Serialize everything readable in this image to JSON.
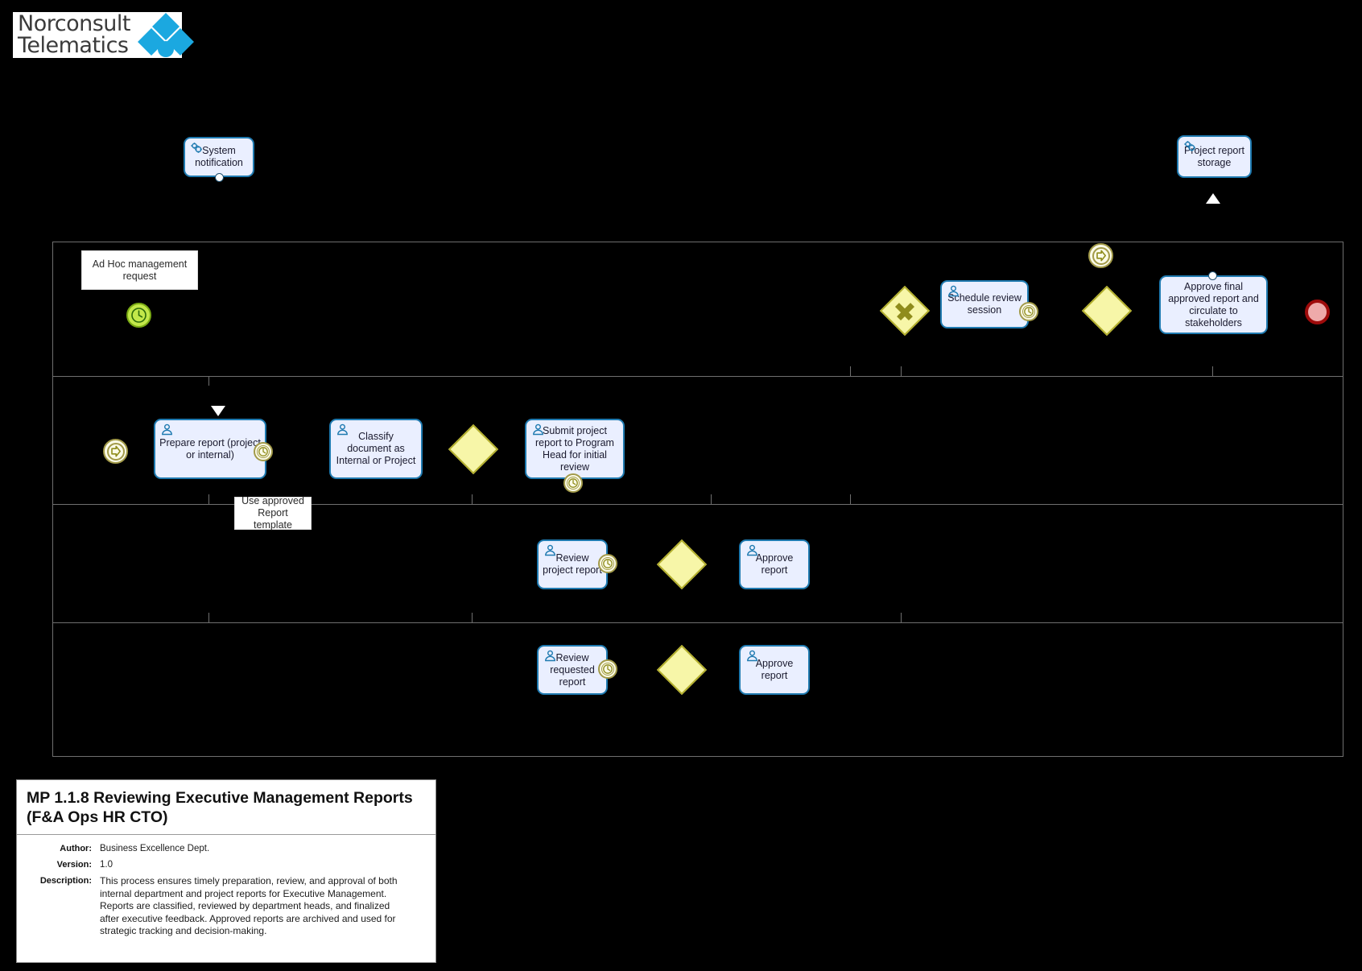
{
  "logo": {
    "line1": "Norconsult",
    "line2": "Telematics",
    "brand_color": "#1ba8e0"
  },
  "diagram": {
    "type": "bpmn-process",
    "lanes": [
      {
        "name": "lane-executive-management"
      },
      {
        "name": "lane-department"
      },
      {
        "name": "lane-program-head"
      },
      {
        "name": "lane-executive-review"
      }
    ],
    "external_systems": [
      {
        "id": "system-notification",
        "label": "System notification",
        "icon": "gears-icon"
      },
      {
        "id": "project-report-storage",
        "label": "Project report storage",
        "icon": "gears-icon"
      }
    ],
    "annotations": [
      {
        "id": "ad-hoc-request",
        "label": "Ad Hoc management request"
      },
      {
        "id": "report-template",
        "label": "Use approved Report template"
      }
    ],
    "tasks": [
      {
        "id": "schedule-review-session",
        "label": "Schedule review session",
        "icon": "user-task-icon",
        "timer": true
      },
      {
        "id": "approve-final-report",
        "label": "Approve final approved report and circulate to stakeholders",
        "icon": "none",
        "timer": false
      },
      {
        "id": "prepare-report",
        "label": "Prepare report (project or internal)",
        "icon": "user-task-icon",
        "timer": true
      },
      {
        "id": "classify-document",
        "label": "Classify document as Internal or Project",
        "icon": "user-task-icon",
        "timer": false
      },
      {
        "id": "submit-project-report",
        "label": "Submit project report to Program Head for initial review",
        "icon": "user-task-icon",
        "timer": true
      },
      {
        "id": "review-project-report",
        "label": "Review project report",
        "icon": "user-task-icon",
        "timer": true
      },
      {
        "id": "approve-report-lane3",
        "label": "Approve report",
        "icon": "user-task-icon",
        "timer": false
      },
      {
        "id": "review-requested-report",
        "label": "Review requested report",
        "icon": "user-task-icon",
        "timer": true
      },
      {
        "id": "approve-report-lane4",
        "label": "Approve report",
        "icon": "user-task-icon",
        "timer": false
      }
    ],
    "events": [
      {
        "id": "start-timer-event",
        "kind": "start",
        "marker": "timer-icon",
        "color": "#c3e84a"
      },
      {
        "id": "intermediate-signal-lane2",
        "kind": "intermediate",
        "marker": "arrow-icon"
      },
      {
        "id": "intermediate-signal-lane1",
        "kind": "intermediate",
        "marker": "arrow-icon"
      },
      {
        "id": "end-event",
        "kind": "end",
        "marker": "none",
        "color": "#9e0b0b"
      }
    ],
    "gateways": [
      {
        "id": "gateway-exclusive-main",
        "marker": "cross"
      },
      {
        "id": "gateway-plain-lane1",
        "marker": "none"
      },
      {
        "id": "gateway-plain-lane2",
        "marker": "none"
      },
      {
        "id": "gateway-plain-lane3",
        "marker": "none"
      },
      {
        "id": "gateway-plain-lane4",
        "marker": "none"
      }
    ]
  },
  "info_panel": {
    "title": "MP 1.1.8 Reviewing Executive Management Reports (F&A Ops HR CTO)",
    "author_label": "Author:",
    "author_value": "Business Excellence Dept.",
    "version_label": "Version:",
    "version_value": "1.0",
    "description_label": "Description:",
    "description_value": "This process ensures timely preparation, review, and approval of both internal department and project reports for Executive Management. Reports are classified, reviewed by department heads, and finalized after executive feedback. Approved reports are archived and used for strategic tracking and decision-making."
  }
}
